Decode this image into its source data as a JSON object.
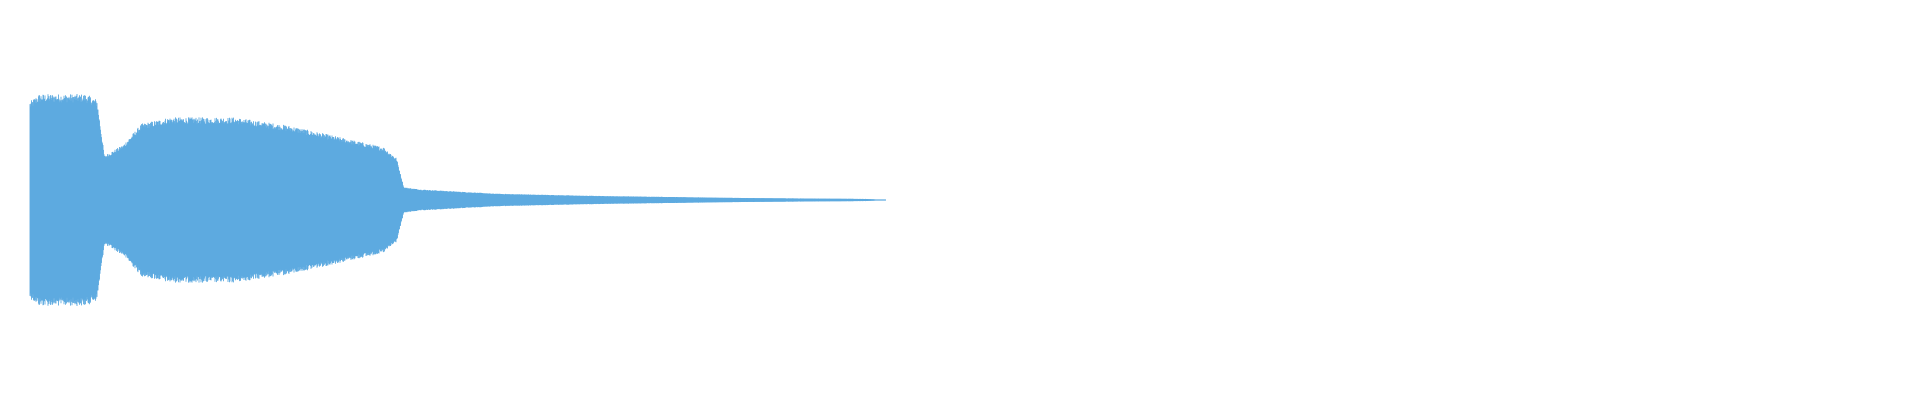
{
  "waveform": {
    "color": "#5DAAE0",
    "background": "#FFFFFF",
    "duration_fraction_with_signal": 0.45,
    "envelope": [
      {
        "t": 0.0,
        "amp": 0.93
      },
      {
        "t": 0.005,
        "amp": 1.0
      },
      {
        "t": 0.03,
        "amp": 1.0
      },
      {
        "t": 0.036,
        "amp": 0.95
      },
      {
        "t": 0.04,
        "amp": 0.42
      },
      {
        "t": 0.05,
        "amp": 0.52
      },
      {
        "t": 0.06,
        "amp": 0.72
      },
      {
        "t": 0.075,
        "amp": 0.78
      },
      {
        "t": 0.11,
        "amp": 0.78
      },
      {
        "t": 0.14,
        "amp": 0.7
      },
      {
        "t": 0.17,
        "amp": 0.58
      },
      {
        "t": 0.19,
        "amp": 0.5
      },
      {
        "t": 0.197,
        "amp": 0.4
      },
      {
        "t": 0.201,
        "amp": 0.12
      },
      {
        "t": 0.21,
        "amp": 0.1
      },
      {
        "t": 0.25,
        "amp": 0.06
      },
      {
        "t": 0.3,
        "amp": 0.04
      },
      {
        "t": 0.38,
        "amp": 0.02
      },
      {
        "t": 0.45,
        "amp": 0.01
      },
      {
        "t": 0.46,
        "amp": 0.0
      },
      {
        "t": 1.0,
        "amp": 0.0
      }
    ]
  }
}
